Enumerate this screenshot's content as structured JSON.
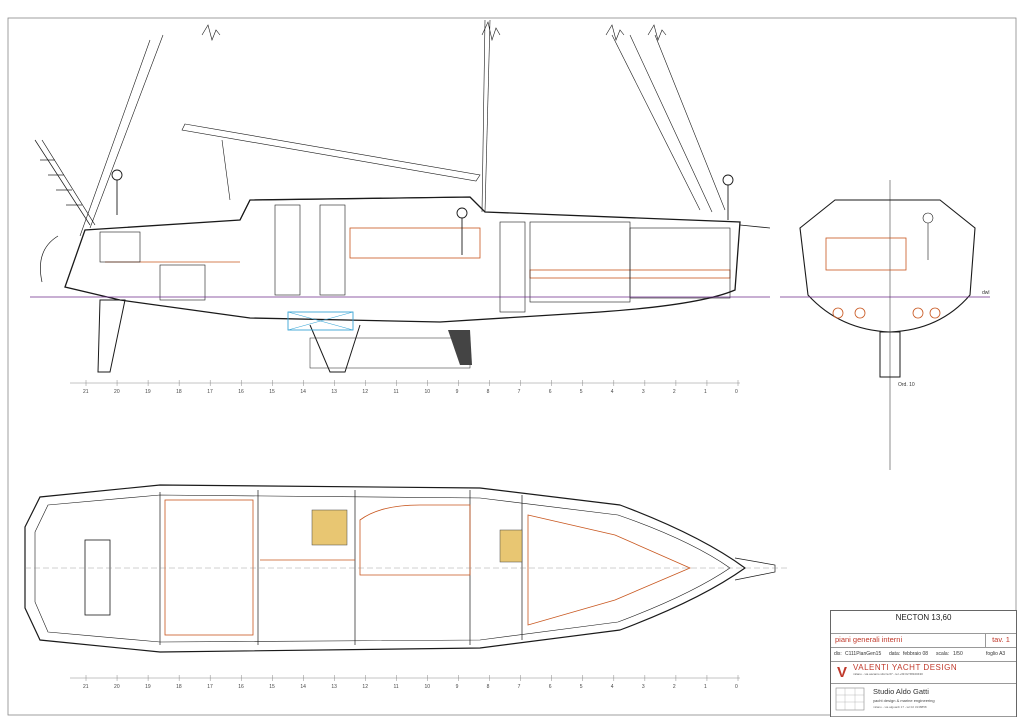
{
  "profile": {
    "ticks": [
      "21",
      "20",
      "19",
      "18",
      "17",
      "16",
      "15",
      "14",
      "13",
      "12",
      "11",
      "10",
      "9",
      "8",
      "7",
      "6",
      "5",
      "4",
      "3",
      "2",
      "1",
      "0"
    ],
    "section_label": "Ord. 10",
    "waterline_label": "dwl"
  },
  "plan": {
    "ticks": [
      "21",
      "20",
      "19",
      "18",
      "17",
      "16",
      "15",
      "14",
      "13",
      "12",
      "11",
      "10",
      "9",
      "8",
      "7",
      "6",
      "5",
      "4",
      "3",
      "2",
      "1",
      "0"
    ]
  },
  "title_block": {
    "project": "NECTON 13,60",
    "description": "piani generali interni",
    "table": "tav. 1",
    "file_label": "dis:",
    "file": "C111PianGen15",
    "date_label": "data:",
    "date": "febbraio 08",
    "scale_label": "scala:",
    "scale": "1/50",
    "sheet": "foglio A3",
    "designer": "VALENTI YACHT DESIGN",
    "designer_address": "milano - via ascanio sforza 67 - tel +39 02 58100430",
    "studio": "Studio Aldo Gatti",
    "studio_subtitle": "yacht design & marine engineering",
    "studio_address": "milano - via alguardi 17 - tel 02 3138858"
  },
  "colors": {
    "line": "#1a1a1a",
    "interior": "#c8561e",
    "waterline": "#6b2a8a",
    "tank": "#3aa6d6",
    "title_red": "#c0392b"
  }
}
